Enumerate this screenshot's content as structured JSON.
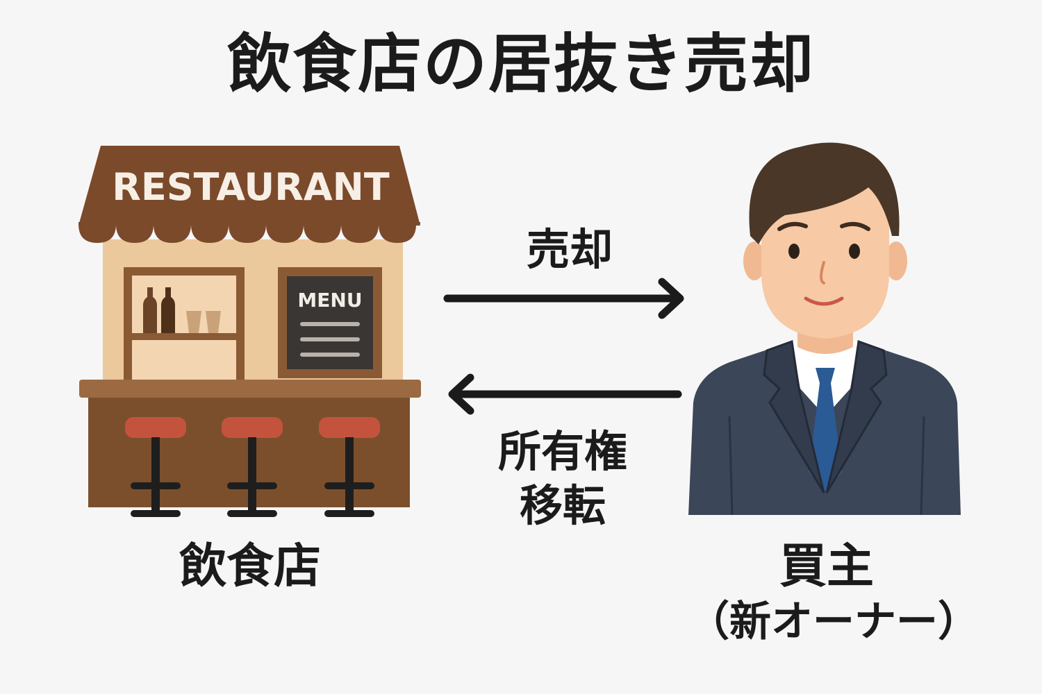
{
  "title": "飲食店の居抜き売却",
  "restaurant": {
    "sign_text": "RESTAURANT",
    "menu_text": "MENU",
    "label": "飲食店"
  },
  "buyer": {
    "label": "買主",
    "sublabel": "（新オーナー）"
  },
  "arrows": {
    "sale_label": "売却",
    "transfer_label_line1": "所有権",
    "transfer_label_line2": "移転"
  },
  "colors": {
    "awning": "#7b4a2a",
    "wall": "#ecc89d",
    "counter": "#7b4f2c",
    "stool_seat": "#c4533d",
    "suit": "#3b4658",
    "tie": "#2a5b94",
    "skin": "#f7c9a4",
    "hair": "#4a3728"
  }
}
